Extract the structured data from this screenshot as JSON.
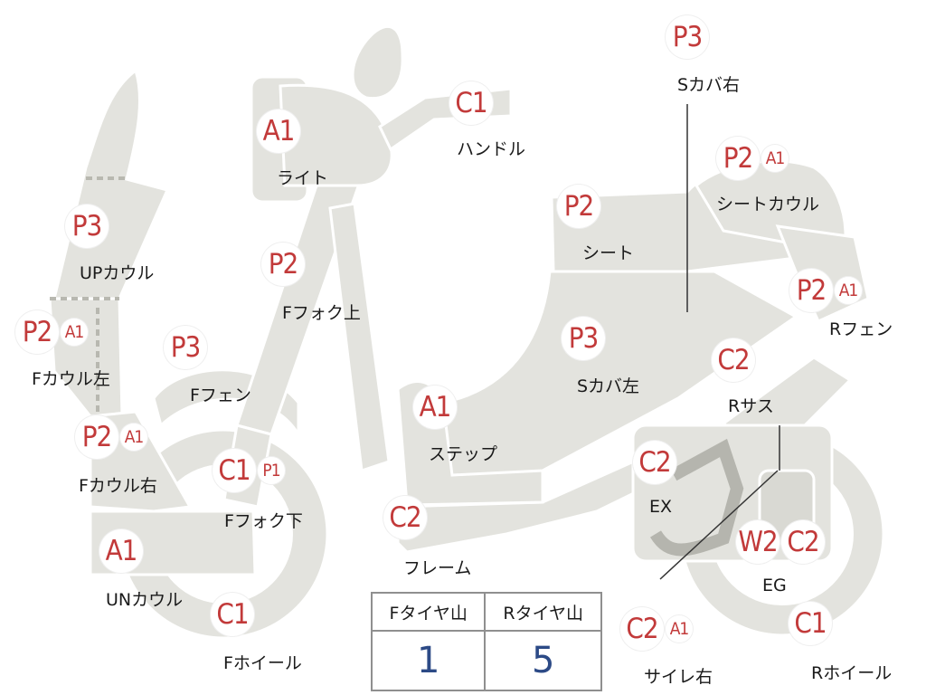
{
  "callouts": [
    {
      "id": "light",
      "badges": [
        "A1"
      ],
      "label": "ライト"
    },
    {
      "id": "handle",
      "badges": [
        "C1"
      ],
      "label": "ハンドル"
    },
    {
      "id": "upcowl",
      "badges": [
        "P3"
      ],
      "label": "UPカウル"
    },
    {
      "id": "ffork-up",
      "badges": [
        "P2"
      ],
      "label": "Fフォク上"
    },
    {
      "id": "fcowl-left",
      "badges": [
        "P2",
        "A1"
      ],
      "label": "Fカウル左"
    },
    {
      "id": "ffender",
      "badges": [
        "P3"
      ],
      "label": "Fフェン"
    },
    {
      "id": "fcowl-right",
      "badges": [
        "P2",
        "A1"
      ],
      "label": "Fカウル右"
    },
    {
      "id": "ffork-low",
      "badges": [
        "C1",
        "P1"
      ],
      "label": "Fフォク下"
    },
    {
      "id": "uncowl",
      "badges": [
        "A1"
      ],
      "label": "UNカウル"
    },
    {
      "id": "fwheel",
      "badges": [
        "C1"
      ],
      "label": "Fホイール"
    },
    {
      "id": "step",
      "badges": [
        "A1"
      ],
      "label": "ステップ"
    },
    {
      "id": "frame",
      "badges": [
        "C2"
      ],
      "label": "フレーム"
    },
    {
      "id": "seat",
      "badges": [
        "P2"
      ],
      "label": "シート"
    },
    {
      "id": "scover-right",
      "badges": [
        "P3"
      ],
      "label": "Sカバ右"
    },
    {
      "id": "seat-cowl",
      "badges": [
        "P2",
        "A1"
      ],
      "label": "シートカウル"
    },
    {
      "id": "rfender",
      "badges": [
        "P2",
        "A1"
      ],
      "label": "Rフェン"
    },
    {
      "id": "scover-left",
      "badges": [
        "P3"
      ],
      "label": "Sカバ左"
    },
    {
      "id": "rsus",
      "badges": [
        "C2"
      ],
      "label": "Rサス"
    },
    {
      "id": "ex",
      "badges": [
        "C2"
      ],
      "label": "EX"
    },
    {
      "id": "eg",
      "badges": [
        "W2",
        "C2"
      ],
      "label": "EG"
    },
    {
      "id": "rwheel",
      "badges": [
        "C1"
      ],
      "label": "Rホイール"
    },
    {
      "id": "silencer-right",
      "badges": [
        "C2",
        "A1"
      ],
      "label": "サイレ右"
    }
  ],
  "tire_table": {
    "headers": [
      "Fタイヤ山",
      "Rタイヤ山"
    ],
    "values": [
      "1",
      "5"
    ]
  },
  "colors": {
    "badge_text": "#c23a3a",
    "value_text": "#2c4a86",
    "part_fill": "#e3e3de"
  }
}
